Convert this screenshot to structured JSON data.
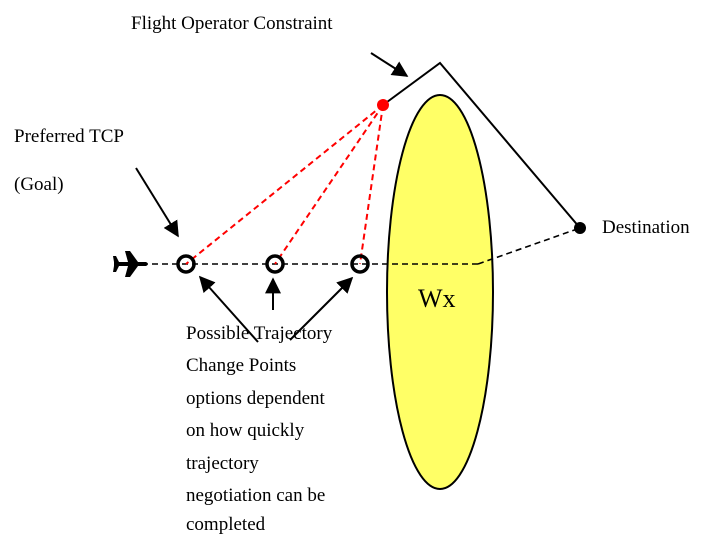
{
  "labels": {
    "constraint": "Flight Operator Constraint",
    "preferred_line1": "Preferred TCP",
    "preferred_line2": "(Goal)",
    "destination": "Destination",
    "weather": "Wx",
    "possible": [
      "Possible Trajectory",
      "Change Points",
      "options dependent",
      "on how quickly",
      "trajectory",
      "negotiation can be",
      "completed"
    ]
  },
  "colors": {
    "constraint_point": "#ff0000",
    "weather_fill": "#ffff66",
    "red_dashes": "#ff0000",
    "line": "#000000"
  },
  "icons": [
    "airplane-icon"
  ]
}
